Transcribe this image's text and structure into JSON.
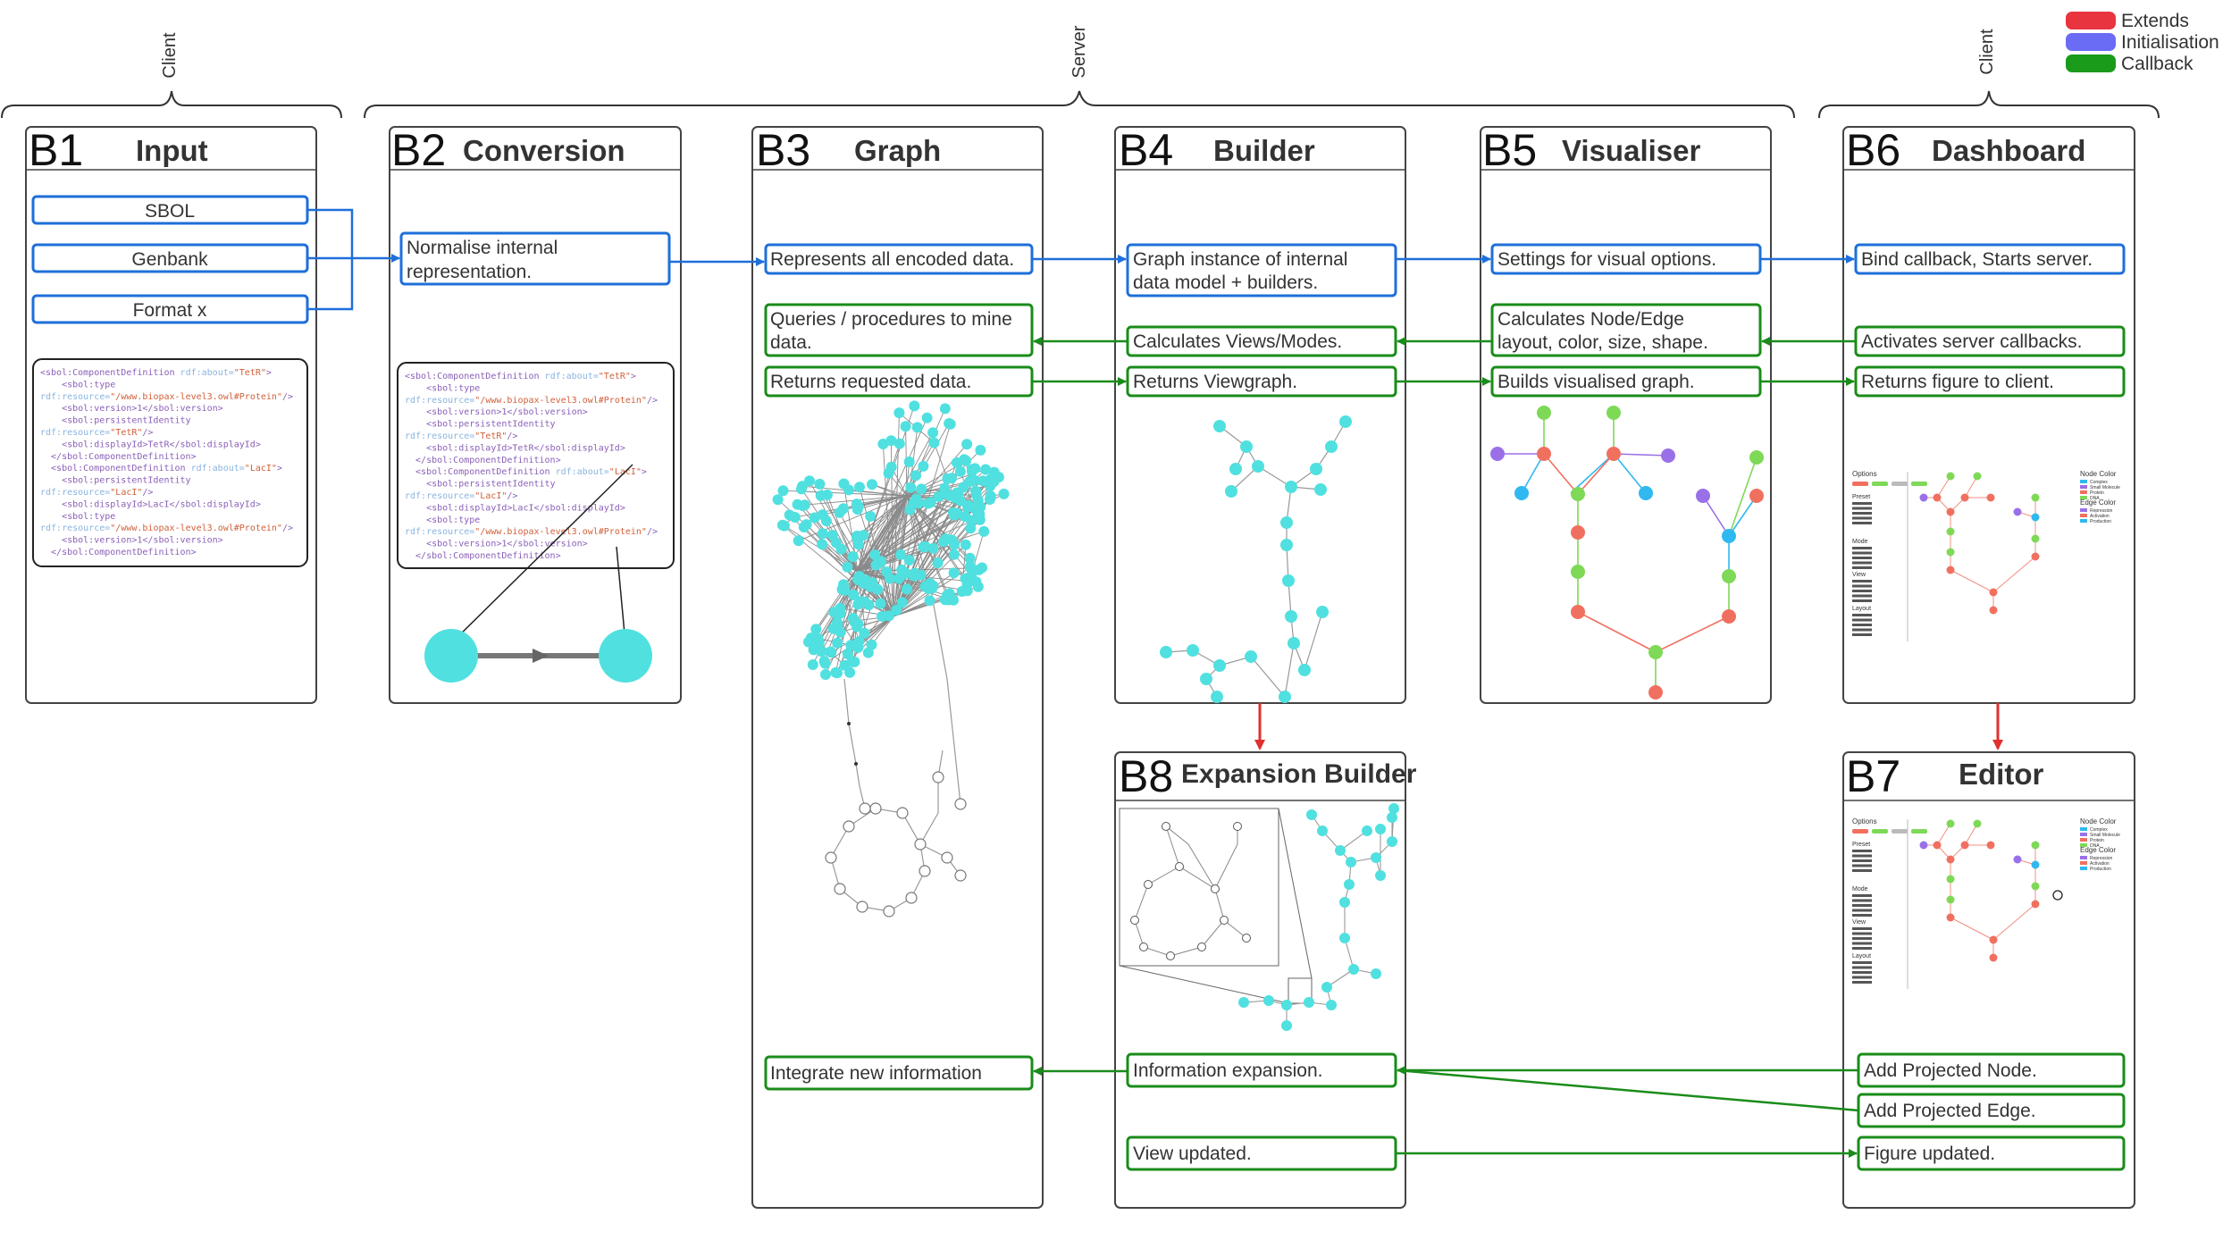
{
  "groups": {
    "client_left": "Client",
    "server": "Server",
    "client_right": "Client"
  },
  "legend": [
    {
      "label": "Extends",
      "color": "#e8343f"
    },
    {
      "label": "Initialisation",
      "color": "#6a6cf5"
    },
    {
      "label": "Callback",
      "color": "#1a9b1a"
    }
  ],
  "panels": {
    "b1": {
      "id": "B1",
      "name": "Input"
    },
    "b2": {
      "id": "B2",
      "name": "Conversion"
    },
    "b3": {
      "id": "B3",
      "name": "Graph"
    },
    "b4": {
      "id": "B4",
      "name": "Builder"
    },
    "b5": {
      "id": "B5",
      "name": "Visualiser"
    },
    "b6": {
      "id": "B6",
      "name": "Dashboard"
    },
    "b7": {
      "id": "B7",
      "name": "Editor"
    },
    "b8": {
      "id": "B8",
      "name": "Expansion Builder"
    }
  },
  "boxes": {
    "sbol": "SBOL",
    "genbank": "Genbank",
    "formatx": "Format x",
    "normalise_1": "Normalise internal",
    "normalise_2": "representation.",
    "represents": "Represents all encoded data.",
    "queries_1": "Queries / procedures to mine",
    "queries_2": "data.",
    "returns_requested": "Returns requested data.",
    "integrate": "Integrate new information",
    "graph_instance_1": "Graph instance of internal",
    "graph_instance_2": "data model + builders.",
    "calc_views": "Calculates Views/Modes.",
    "returns_viewgraph": "Returns Viewgraph.",
    "info_expansion": "Information expansion.",
    "view_updated": "View updated.",
    "settings": "Settings for visual options.",
    "calc_layout_1": "Calculates Node/Edge",
    "calc_layout_2": "layout, color, size, shape.",
    "builds": "Builds visualised graph.",
    "bind": "Bind callback, Starts server.",
    "activates": "Activates server callbacks.",
    "returns_figure": "Returns figure to client.",
    "add_node": "Add Projected Node.",
    "add_edge": "Add Projected Edge.",
    "fig_updated": "Figure updated."
  },
  "code_b1": [
    "<sbol:ComponentDefinition rdf:about=\"TetR\">",
    "    <sbol:type",
    "rdf:resource=\"/www.biopax-level3.owl#Protein\"/>",
    "    <sbol:version>1</sbol:version>",
    "    <sbol:persistentIdentity",
    "rdf:resource=\"TetR\"/>",
    "    <sbol:displayId>TetR</sbol:displayId>",
    "  </sbol:ComponentDefinition>",
    "  <sbol:ComponentDefinition rdf:about=\"LacI\">",
    "    <sbol:persistentIdentity",
    "rdf:resource=\"LacI\"/>",
    "    <sbol:displayId>LacI</sbol:displayId>",
    "    <sbol:type",
    "rdf:resource=\"/www.biopax-level3.owl#Protein\"/>",
    "    <sbol:version>1</sbol:version>",
    "  </sbol:ComponentDefinition>"
  ],
  "mini": {
    "options": "Options",
    "preset": "Preset",
    "mode": "Mode",
    "view": "View",
    "layout": "Layout",
    "node_color": "Node Color",
    "edge_color": "Edge Color",
    "node_items": [
      "Complex",
      "Small Molecule",
      "Protein",
      "DNA"
    ],
    "edge_items": [
      "Repression",
      "Activation",
      "Production"
    ]
  },
  "colors": {
    "blue": "#1e6fd9",
    "green": "#1a8c1a",
    "red": "#e03030",
    "cyan": "#50e0e0",
    "lime": "#7ed957",
    "salmon": "#f07060",
    "purple": "#9a70e8",
    "sky": "#30b8f0"
  }
}
